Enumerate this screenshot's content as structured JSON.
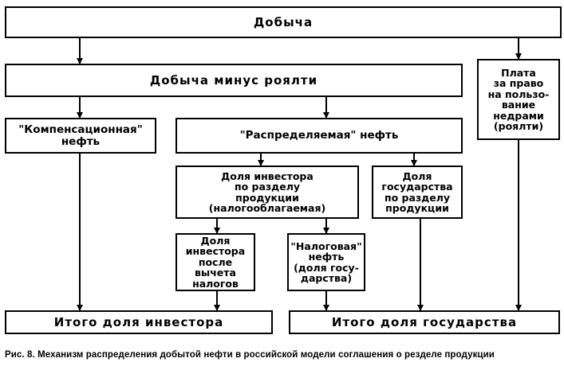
{
  "boxes": {
    "production": "Добыча",
    "production_minus_royalty": "Добыча минус роялти",
    "royalty": "Плата\nза право\nна пользо-\nвание\nнедрами\n(роялти)",
    "compensation_oil": "\"Компенсационная\"\nнефть",
    "distributed_oil": "\"Распределяемая\" нефть",
    "investor_share": "Доля инвестора\nпо разделу\nпродукции\n(налогооблагаемая)",
    "state_share": "Доля\nгосударства\nпо разделу\nпродукции",
    "investor_after_tax": "Доля\nинвестора\nпосле\nвычета\nналогов",
    "tax_oil": "\"Налоговая\"\nнефть\n(доля госу-\nдарства)",
    "investor_total": "Итого доля инвестора",
    "state_total": "Итого доля государства"
  },
  "caption": "Рис. 8.  Механизм распределения добытой нефти в российской модели соглашения о резделе продукции"
}
